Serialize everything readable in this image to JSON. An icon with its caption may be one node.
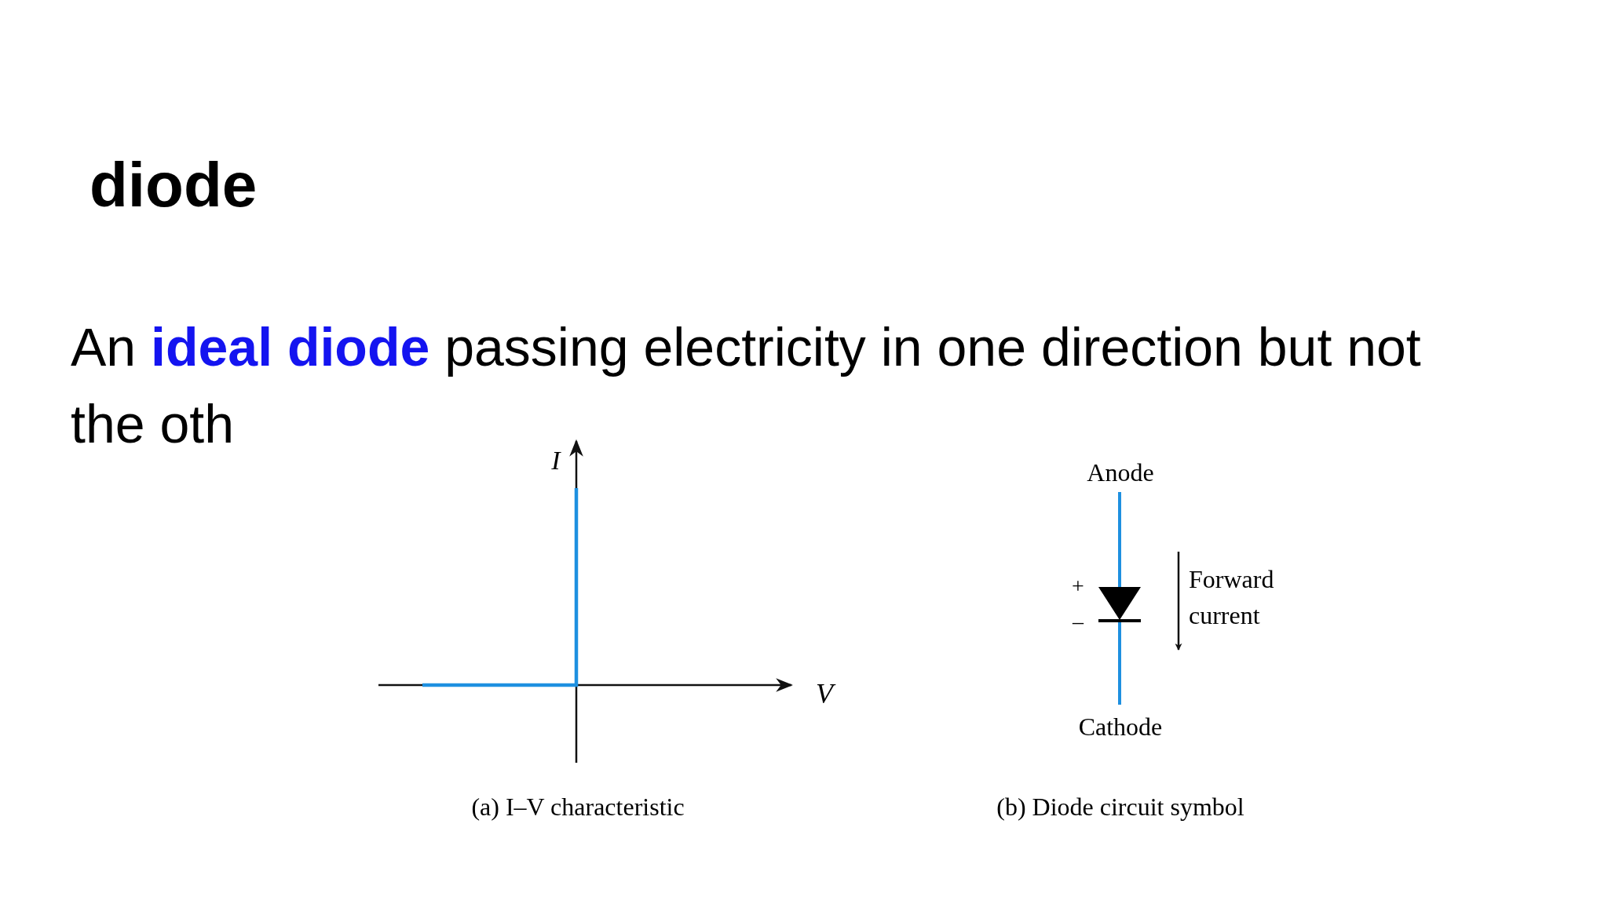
{
  "diagram": {
    "title": "diode",
    "labels": [
      "An **ideal diode** passing electricity in one direction but not the oth",
      "I",
      "V",
      "(a) I–V characteristic",
      "Anode",
      "+",
      "–",
      "Forward current",
      "Cathode",
      "(b) Diode circuit symbol"
    ]
  }
}
